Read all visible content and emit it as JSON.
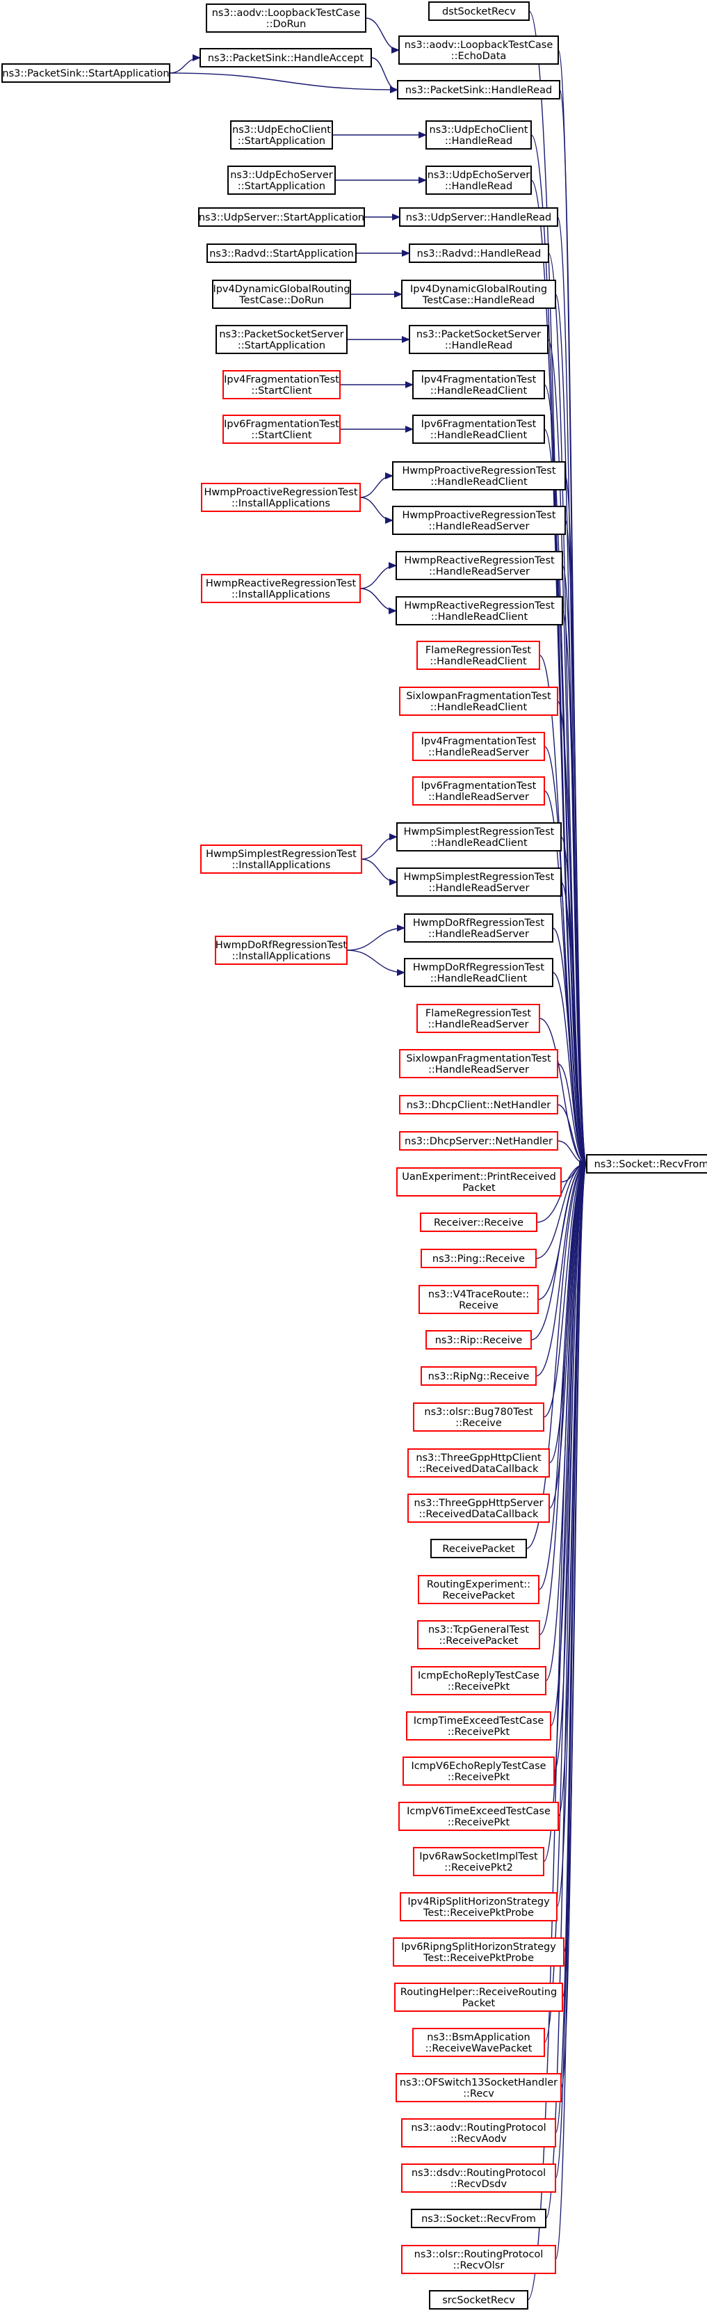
{
  "colors": {
    "edge": "#191970",
    "border_black": "#000000",
    "border_red": "#ff0000",
    "root_fill": "#bfbfbf",
    "node_fill": "#ffffff"
  },
  "root": {
    "id": "root",
    "lines": [
      "ns3::Socket::RecvFrom"
    ]
  },
  "nodes": [
    {
      "id": "dst",
      "lines": [
        "dstSocketRecv"
      ],
      "border": "black"
    },
    {
      "id": "loopEcho",
      "lines": [
        "ns3::aodv::LoopbackTestCase",
        "::EchoData"
      ],
      "border": "black"
    },
    {
      "id": "loopRun",
      "lines": [
        "ns3::aodv::LoopbackTestCase",
        "::DoRun"
      ],
      "border": "black"
    },
    {
      "id": "psAccept",
      "lines": [
        "ns3::PacketSink::HandleAccept"
      ],
      "border": "black"
    },
    {
      "id": "psStart",
      "lines": [
        "ns3::PacketSink::StartApplication"
      ],
      "border": "black"
    },
    {
      "id": "psRead",
      "lines": [
        "ns3::PacketSink::HandleRead"
      ],
      "border": "black"
    },
    {
      "id": "uecStart",
      "lines": [
        "ns3::UdpEchoClient",
        "::StartApplication"
      ],
      "border": "black"
    },
    {
      "id": "uecRead",
      "lines": [
        "ns3::UdpEchoClient",
        "::HandleRead"
      ],
      "border": "black"
    },
    {
      "id": "uesStart",
      "lines": [
        "ns3::UdpEchoServer",
        "::StartApplication"
      ],
      "border": "black"
    },
    {
      "id": "uesRead",
      "lines": [
        "ns3::UdpEchoServer",
        "::HandleRead"
      ],
      "border": "black"
    },
    {
      "id": "usStart",
      "lines": [
        "ns3::UdpServer::StartApplication"
      ],
      "border": "black"
    },
    {
      "id": "usRead",
      "lines": [
        "ns3::UdpServer::HandleRead"
      ],
      "border": "black"
    },
    {
      "id": "raStart",
      "lines": [
        "ns3::Radvd::StartApplication"
      ],
      "border": "black"
    },
    {
      "id": "raRead",
      "lines": [
        "ns3::Radvd::HandleRead"
      ],
      "border": "black"
    },
    {
      "id": "dgRun",
      "lines": [
        "Ipv4DynamicGlobalRouting",
        "TestCase::DoRun"
      ],
      "border": "black"
    },
    {
      "id": "dgRead",
      "lines": [
        "Ipv4DynamicGlobalRouting",
        "TestCase::HandleRead"
      ],
      "border": "black"
    },
    {
      "id": "pssStart",
      "lines": [
        "ns3::PacketSocketServer",
        "::StartApplication"
      ],
      "border": "black"
    },
    {
      "id": "pssRead",
      "lines": [
        "ns3::PacketSocketServer",
        "::HandleRead"
      ],
      "border": "black"
    },
    {
      "id": "f4Start",
      "lines": [
        "Ipv4FragmentationTest",
        "::StartClient"
      ],
      "border": "red"
    },
    {
      "id": "f4Client",
      "lines": [
        "Ipv4FragmentationTest",
        "::HandleReadClient"
      ],
      "border": "black"
    },
    {
      "id": "f6Start",
      "lines": [
        "Ipv6FragmentationTest",
        "::StartClient"
      ],
      "border": "red"
    },
    {
      "id": "f6Client",
      "lines": [
        "Ipv6FragmentationTest",
        "::HandleReadClient"
      ],
      "border": "black"
    },
    {
      "id": "hpInstall",
      "lines": [
        "HwmpProactiveRegressionTest",
        "::InstallApplications"
      ],
      "border": "red"
    },
    {
      "id": "hpClient",
      "lines": [
        "HwmpProactiveRegressionTest",
        "::HandleReadClient"
      ],
      "border": "black"
    },
    {
      "id": "hpServer",
      "lines": [
        "HwmpProactiveRegressionTest",
        "::HandleReadServer"
      ],
      "border": "black"
    },
    {
      "id": "hrInstall",
      "lines": [
        "HwmpReactiveRegressionTest",
        "::InstallApplications"
      ],
      "border": "red"
    },
    {
      "id": "hrServer",
      "lines": [
        "HwmpReactiveRegressionTest",
        "::HandleReadServer"
      ],
      "border": "black"
    },
    {
      "id": "hrClient",
      "lines": [
        "HwmpReactiveRegressionTest",
        "::HandleReadClient"
      ],
      "border": "black"
    },
    {
      "id": "flClient",
      "lines": [
        "FlameRegressionTest",
        "::HandleReadClient"
      ],
      "border": "red"
    },
    {
      "id": "slClient",
      "lines": [
        "SixlowpanFragmentationTest",
        "::HandleReadClient"
      ],
      "border": "red"
    },
    {
      "id": "f4Server",
      "lines": [
        "Ipv4FragmentationTest",
        "::HandleReadServer"
      ],
      "border": "red"
    },
    {
      "id": "f6Server",
      "lines": [
        "Ipv6FragmentationTest",
        "::HandleReadServer"
      ],
      "border": "red"
    },
    {
      "id": "hsInstall",
      "lines": [
        "HwmpSimplestRegressionTest",
        "::InstallApplications"
      ],
      "border": "red"
    },
    {
      "id": "hsClient",
      "lines": [
        "HwmpSimplestRegressionTest",
        "::HandleReadClient"
      ],
      "border": "black"
    },
    {
      "id": "hsServer",
      "lines": [
        "HwmpSimplestRegressionTest",
        "::HandleReadServer"
      ],
      "border": "black"
    },
    {
      "id": "hdInstall",
      "lines": [
        "HwmpDoRfRegressionTest",
        "::InstallApplications"
      ],
      "border": "red"
    },
    {
      "id": "hdServer",
      "lines": [
        "HwmpDoRfRegressionTest",
        "::HandleReadServer"
      ],
      "border": "black"
    },
    {
      "id": "hdClient",
      "lines": [
        "HwmpDoRfRegressionTest",
        "::HandleReadClient"
      ],
      "border": "black"
    },
    {
      "id": "flServer",
      "lines": [
        "FlameRegressionTest",
        "::HandleReadServer"
      ],
      "border": "red"
    },
    {
      "id": "slServer",
      "lines": [
        "SixlowpanFragmentationTest",
        "::HandleReadServer"
      ],
      "border": "red"
    },
    {
      "id": "dhcpC",
      "lines": [
        "ns3::DhcpClient::NetHandler"
      ],
      "border": "red"
    },
    {
      "id": "dhcpS",
      "lines": [
        "ns3::DhcpServer::NetHandler"
      ],
      "border": "red"
    },
    {
      "id": "uan",
      "lines": [
        "UanExperiment::PrintReceived",
        "Packet"
      ],
      "border": "red"
    },
    {
      "id": "recv",
      "lines": [
        "Receiver::Receive"
      ],
      "border": "red"
    },
    {
      "id": "ping",
      "lines": [
        "ns3::Ping::Receive"
      ],
      "border": "red"
    },
    {
      "id": "v4tr",
      "lines": [
        "ns3::V4TraceRoute::",
        "Receive"
      ],
      "border": "red"
    },
    {
      "id": "rip",
      "lines": [
        "ns3::Rip::Receive"
      ],
      "border": "red"
    },
    {
      "id": "ripng",
      "lines": [
        "ns3::RipNg::Receive"
      ],
      "border": "red"
    },
    {
      "id": "olsrBug",
      "lines": [
        "ns3::olsr::Bug780Test",
        "::Receive"
      ],
      "border": "red"
    },
    {
      "id": "tgC",
      "lines": [
        "ns3::ThreeGppHttpClient",
        "::ReceivedDataCallback"
      ],
      "border": "red"
    },
    {
      "id": "tgS",
      "lines": [
        "ns3::ThreeGppHttpServer",
        "::ReceivedDataCallback"
      ],
      "border": "red"
    },
    {
      "id": "rpkt",
      "lines": [
        "ReceivePacket"
      ],
      "border": "black"
    },
    {
      "id": "rexp",
      "lines": [
        "RoutingExperiment::",
        "ReceivePacket"
      ],
      "border": "red"
    },
    {
      "id": "tcpG",
      "lines": [
        "ns3::TcpGeneralTest",
        "::ReceivePacket"
      ],
      "border": "red"
    },
    {
      "id": "icmpEcho",
      "lines": [
        "IcmpEchoReplyTestCase",
        "::ReceivePkt"
      ],
      "border": "red"
    },
    {
      "id": "icmpTime",
      "lines": [
        "IcmpTimeExceedTestCase",
        "::ReceivePkt"
      ],
      "border": "red"
    },
    {
      "id": "icmp6Echo",
      "lines": [
        "IcmpV6EchoReplyTestCase",
        "::ReceivePkt"
      ],
      "border": "red"
    },
    {
      "id": "icmp6Time",
      "lines": [
        "IcmpV6TimeExceedTestCase",
        "::ReceivePkt"
      ],
      "border": "red"
    },
    {
      "id": "raw6",
      "lines": [
        "Ipv6RawSocketImplTest",
        "::ReceivePkt2"
      ],
      "border": "red"
    },
    {
      "id": "rip4",
      "lines": [
        "Ipv4RipSplitHorizonStrategy",
        "Test::ReceivePktProbe"
      ],
      "border": "red"
    },
    {
      "id": "ripng6",
      "lines": [
        "Ipv6RipngSplitHorizonStrategy",
        "Test::ReceivePktProbe"
      ],
      "border": "red"
    },
    {
      "id": "rhelp",
      "lines": [
        "RoutingHelper::ReceiveRouting",
        "Packet"
      ],
      "border": "red"
    },
    {
      "id": "bsm",
      "lines": [
        "ns3::BsmApplication",
        "::ReceiveWavePacket"
      ],
      "border": "red"
    },
    {
      "id": "ofs",
      "lines": [
        "ns3::OFSwitch13SocketHandler",
        "::Recv"
      ],
      "border": "red"
    },
    {
      "id": "aodvR",
      "lines": [
        "ns3::aodv::RoutingProtocol",
        "::RecvAodv"
      ],
      "border": "red"
    },
    {
      "id": "dsdvR",
      "lines": [
        "ns3::dsdv::RoutingProtocol",
        "::RecvDsdv"
      ],
      "border": "red"
    },
    {
      "id": "sockRF",
      "lines": [
        "ns3::Socket::RecvFrom"
      ],
      "border": "black"
    },
    {
      "id": "olsrR",
      "lines": [
        "ns3::olsr::RoutingProtocol",
        "::RecvOlsr"
      ],
      "border": "red"
    },
    {
      "id": "src",
      "lines": [
        "srcSocketRecv"
      ],
      "border": "black"
    }
  ]
}
